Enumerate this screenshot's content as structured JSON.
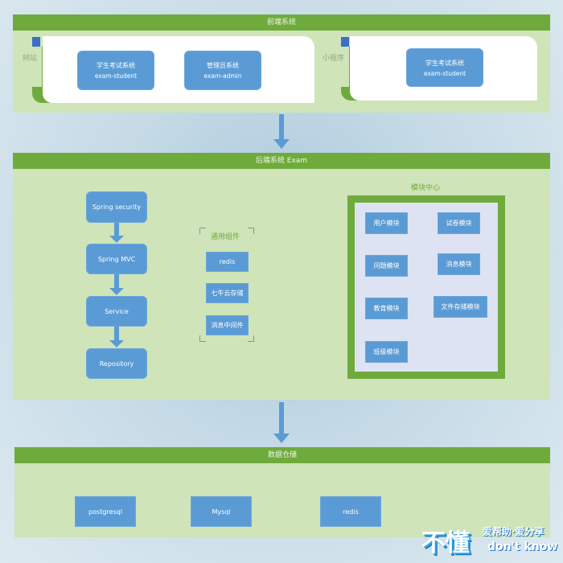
{
  "frontend": {
    "title": "前端系统",
    "web": {
      "label": "网站",
      "items": [
        {
          "name": "学生考试系统",
          "code": "exam-student"
        },
        {
          "name": "管理员系统",
          "code": "exam-admin"
        }
      ]
    },
    "miniprogram": {
      "label": "小程序",
      "items": [
        {
          "name": "学生考试系统",
          "code": "exam-student"
        }
      ]
    }
  },
  "backend": {
    "title": "后端系统 Exam",
    "flow": [
      "Spring security",
      "Spring MVC",
      "Service",
      "Repository"
    ],
    "common": {
      "label": "通用组件",
      "items": [
        "redis",
        "七牛云存储",
        "消息中间件"
      ]
    },
    "modules": {
      "label": "模块中心",
      "items": [
        "用户模块",
        "试卷模块",
        "问题模块",
        "消息模块",
        "教育模块",
        "文件存储模块",
        "班级模块"
      ]
    }
  },
  "storage": {
    "title": "数据仓储",
    "items": [
      "postgresql",
      "Mysql",
      "redis"
    ]
  },
  "watermark": {
    "big": "不懂",
    "slogan": "爱帮助·爱分享",
    "en": "don't know"
  }
}
